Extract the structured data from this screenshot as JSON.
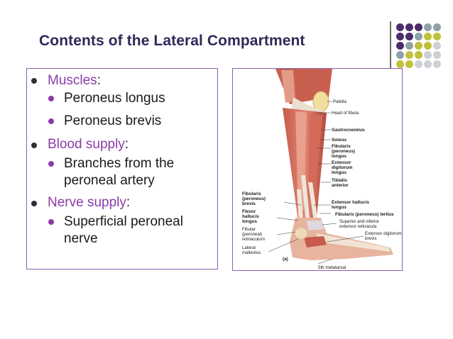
{
  "slide": {
    "title": "Contents of the Lateral Compartment",
    "accent_color": "#8b3ba8",
    "title_color": "#2e2a57",
    "dot_colors": [
      "#4b2d6b",
      "#8fa1a8",
      "#bfc23a",
      "#cfcfd6"
    ]
  },
  "content": {
    "muscles_heading": "Muscles",
    "muscles": [
      "Peroneus longus",
      "Peroneus brevis"
    ],
    "blood_heading": "Blood supply",
    "blood_lines": [
      "Branches from the",
      "peroneal artery"
    ],
    "nerve_heading": "Nerve supply",
    "nerve_lines": [
      "Superficial peroneal",
      "nerve"
    ],
    "colon": ":"
  },
  "figure": {
    "labels_right": {
      "patella": "Patella",
      "head_fibula": "Head of fibula",
      "gastrocnemius": "Gastrocnemius",
      "soleus": "Soleus",
      "fibularis_longus": [
        "Fibularis",
        "(peroneus)",
        "longus"
      ],
      "ext_dig_longus": [
        "Extensor",
        "digitorum",
        "longus"
      ],
      "tib_anterior": [
        "Tibialis",
        "anterior"
      ],
      "ext_hallucis": [
        "Extensor hallucis",
        "longus"
      ],
      "fib_tertius": "Fibularis (peroneus) tertius",
      "sup_inf_retinacula": [
        "Superior and inferior",
        "extensor retinacula"
      ],
      "ext_dig_brevis": [
        "Extensor digitorum",
        "brevis"
      ]
    },
    "labels_left": {
      "fib_brevis": [
        "Fibularis",
        "(peroneus)",
        "brevis"
      ],
      "flexor_hallucis": [
        "Flexor",
        "hallucis",
        "longus"
      ],
      "fibular_retinaculum": [
        "Fibular",
        "(peroneal)",
        "retinaculum"
      ],
      "lateral_malleolus": [
        "Lateral",
        "malleolus"
      ]
    },
    "panel_letter": "(a)",
    "metatarsal": "5th metatarsal"
  }
}
